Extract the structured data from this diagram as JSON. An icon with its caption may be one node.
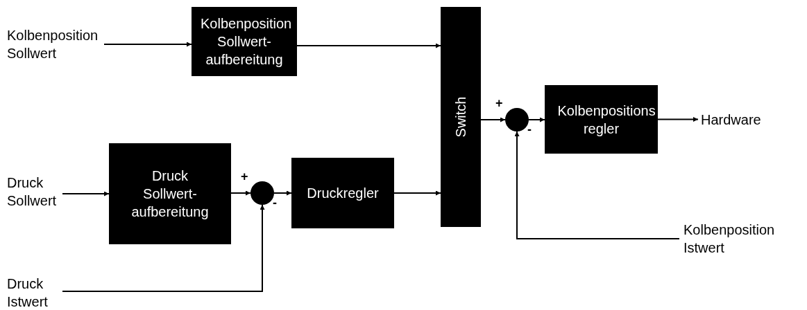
{
  "diagram": {
    "nodes": [
      {
        "text": [
          "Kolbenposition Sollwert"
        ]
      },
      {
        "text": [
          "Kolbenposition Sollwert-aufbereitung"
        ]
      },
      {
        "text": [
          "Switch"
        ]
      },
      {
        "text": [],
        "shape": "circle"
      },
      {
        "text": [
          "Kolbenpositions regler"
        ]
      },
      {
        "text": [
          "Hardware"
        ]
      },
      {
        "text": [
          "Druck Sollwert"
        ]
      },
      {
        "text": [
          "Druck Sollwert-aufbereitung"
        ]
      },
      {
        "text": [],
        "shape": "circle"
      },
      {
        "text": [
          "Druckregler"
        ]
      },
      {
        "text": [
          "Druck Istwert"
        ]
      },
      {
        "text": [
          "Kolbenposition Istwert"
        ]
      }
    ],
    "edges": [
      {
        "from": 0,
        "to": 1,
        "arrow": "to"
      },
      {
        "from": 1,
        "to": 2,
        "arrow": "to"
      },
      {
        "from": 2,
        "to": 3,
        "arrow": "to"
      },
      {
        "from": 3,
        "to": 4,
        "arrow": "to"
      },
      {
        "from": 4,
        "to": 5,
        "arrow": "to"
      },
      {
        "from": 6,
        "to": 7,
        "arrow": "to"
      },
      {
        "from": 7,
        "to": 8,
        "arrow": "to"
      },
      {
        "from": 8,
        "to": 9,
        "arrow": "to"
      },
      {
        "from": 9,
        "to": 2,
        "arrow": "to"
      },
      {
        "from": 10,
        "to": 8,
        "arrow": "to"
      },
      {
        "from": 11,
        "to": 3,
        "arrow": "to"
      }
    ],
    "labels": [
      "+",
      "-",
      "+",
      "-"
    ]
  }
}
